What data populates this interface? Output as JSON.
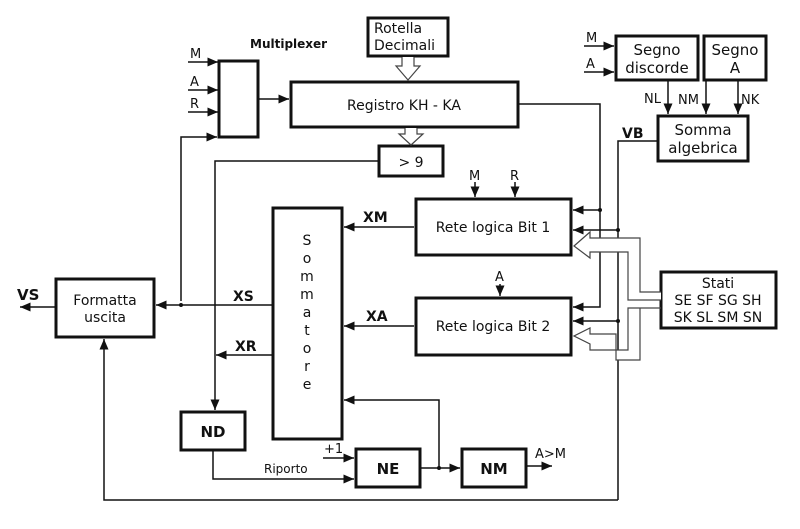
{
  "blocks": {
    "multiplexer_label": "Multiplexer",
    "rotella": [
      "Rotella",
      "Decimali"
    ],
    "registro": "Registro KH - KA",
    "gt9": "> 9",
    "segno_discorde": [
      "Segno",
      "discorde"
    ],
    "segno_a": [
      "Segno",
      "A"
    ],
    "somma": [
      "Somma",
      "algebrica"
    ],
    "rete1": "Rete logica Bit 1",
    "rete2": "Rete logica Bit 2",
    "sommatore": [
      "S",
      "o",
      "m",
      "m",
      "a",
      "t",
      "o",
      "r",
      "e"
    ],
    "formatta": [
      "Formatta",
      "uscita"
    ],
    "stati": [
      "Stati",
      "SE SF SG SH",
      "SK SL SM SN"
    ],
    "nd": "ND",
    "ne": "NE",
    "nm": "NM"
  },
  "signals": {
    "mux_m": "M",
    "mux_a": "A",
    "mux_r": "R",
    "seg_m": "M",
    "seg_a": "A",
    "nl": "NL",
    "nm": "NM",
    "nk": "NK",
    "vb": "VB",
    "r1_m": "M",
    "r1_r": "R",
    "r2_a": "A",
    "xm": "XM",
    "xa": "XA",
    "xs": "XS",
    "xr": "XR",
    "vs": "VS",
    "plus1": "+1",
    "riporto": "Riporto",
    "agtm": "A>M"
  }
}
